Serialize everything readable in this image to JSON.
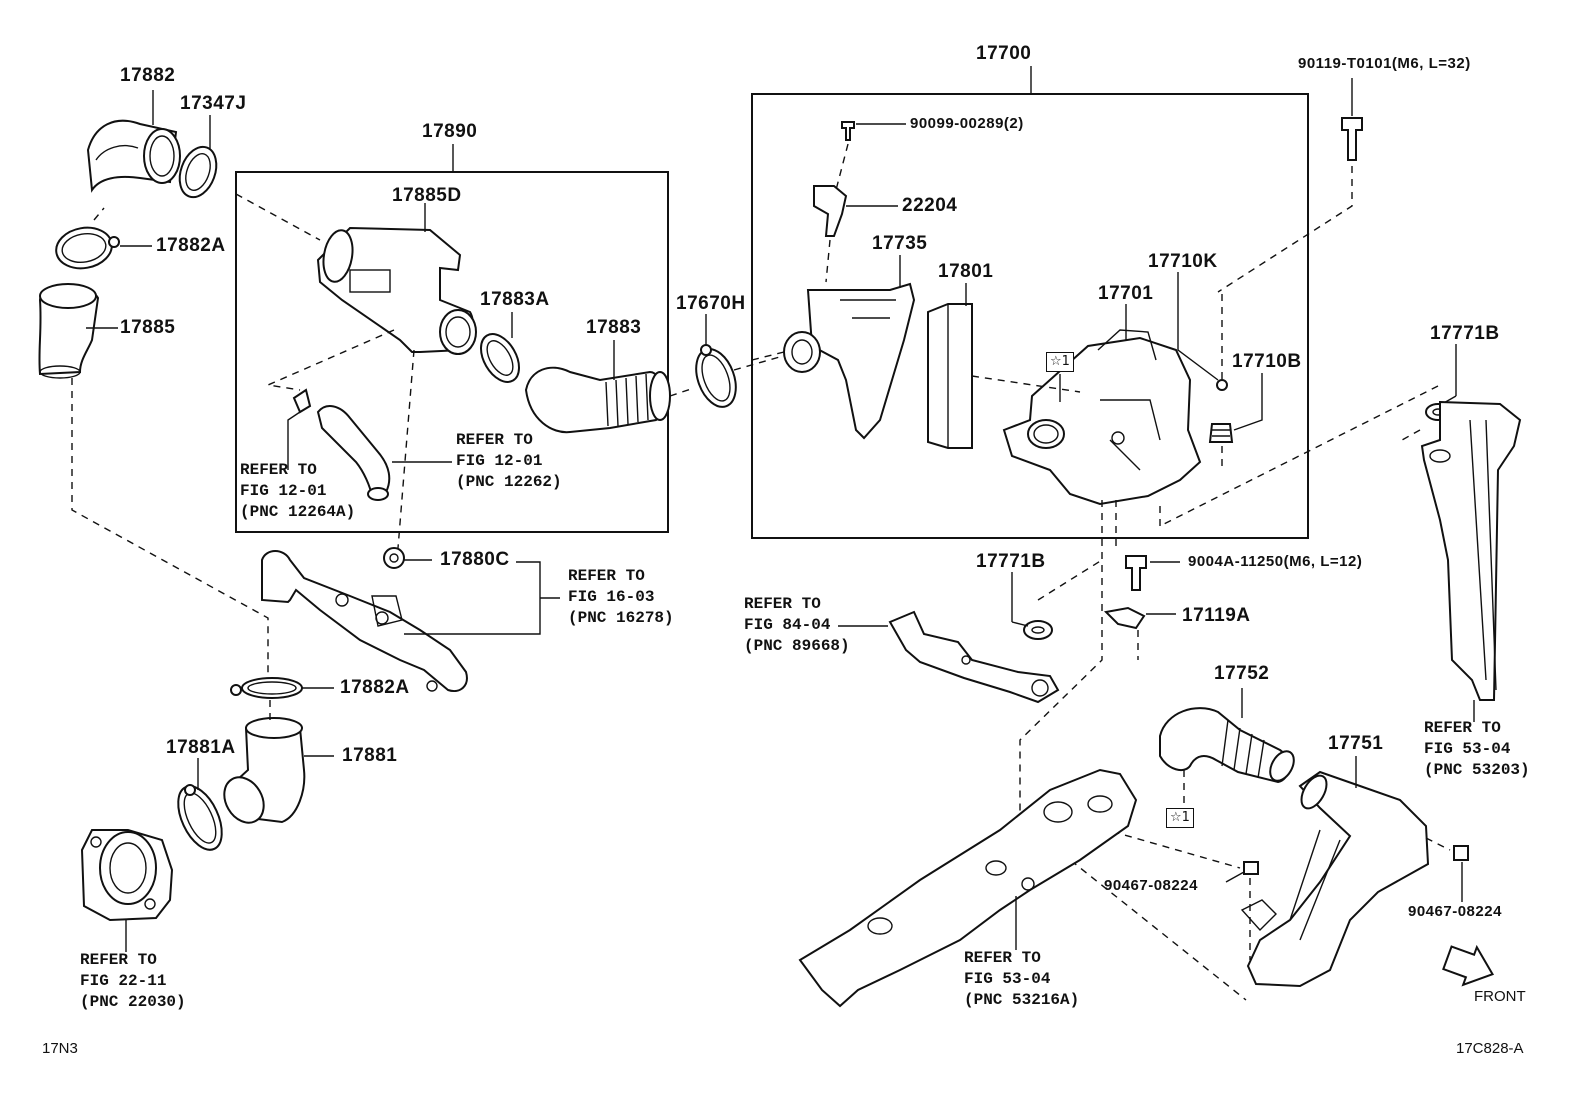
{
  "labels": {
    "p17882": "17882",
    "p17347J": "17347J",
    "p17882A_top": "17882A",
    "p17885": "17885",
    "p17890": "17890",
    "p17885D": "17885D",
    "p17883A": "17883A",
    "p17883": "17883",
    "p17670H": "17670H",
    "p17700": "17700",
    "p90099": "90099-00289(2)",
    "p22204": "22204",
    "p17735": "17735",
    "p17801": "17801",
    "p17701": "17701",
    "p17710K": "17710K",
    "p17710B": "17710B",
    "p90119": "90119-T0101",
    "p90119_spec": "(M6, L=32)",
    "p17771B_right": "17771B",
    "p17880C": "17880C",
    "p17882A_mid": "17882A",
    "p17881A": "17881A",
    "p17881": "17881",
    "p17771B_mid": "17771B",
    "p9004A": "9004A-11250",
    "p9004A_spec": "(M6, L=12)",
    "p17119A": "17119A",
    "p17752": "17752",
    "p17751": "17751",
    "p90467_left": "90467-08224",
    "p90467_right": "90467-08224",
    "front": "FRONT",
    "code_left": "17N3",
    "code_right": "17C828-A",
    "star1": "☆1",
    "star2": "☆1"
  },
  "refs": {
    "r12264A": [
      "REFER TO",
      "FIG 12-01",
      "(PNC 12264A)"
    ],
    "r12262": [
      "REFER TO",
      "FIG 12-01",
      "(PNC 12262)"
    ],
    "r16278": [
      "REFER TO",
      "FIG 16-03",
      "(PNC 16278)"
    ],
    "r89668": [
      "REFER TO",
      "FIG 84-04",
      "(PNC 89668)"
    ],
    "r53203": [
      "REFER TO",
      "FIG 53-04",
      "(PNC 53203)"
    ],
    "r22030": [
      "REFER TO",
      "FIG 22-11",
      "(PNC 22030)"
    ],
    "r53216A": [
      "REFER TO",
      "FIG 53-04",
      "(PNC 53216A)"
    ]
  }
}
